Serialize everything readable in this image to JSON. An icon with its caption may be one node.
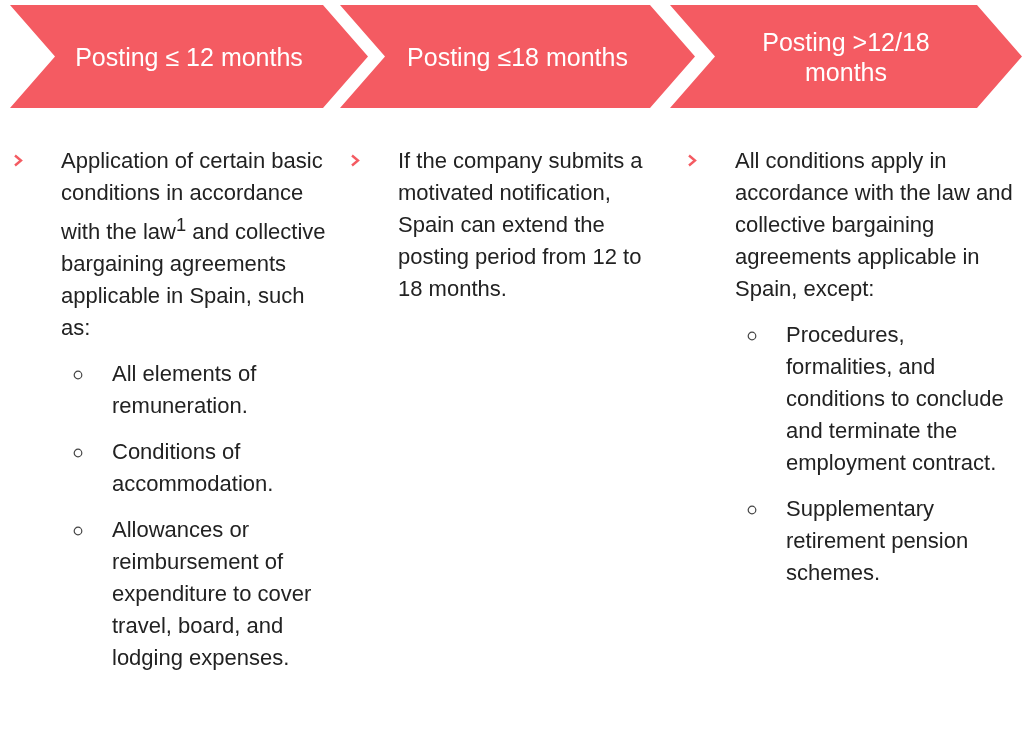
{
  "diagram": {
    "nodes": [
      {
        "text": [
          "Posting ≤ 12 months"
        ]
      },
      {
        "text": [
          "Posting ≤18 months"
        ]
      },
      {
        "text": [
          "Posting >12/18 months"
        ]
      }
    ],
    "labels": [
      "Application of certain basic conditions in accordance with the law$^{1}$ and collective bargaining agreements applicable in Spain, such as:",
      "All elements of remuneration.",
      "Conditions of accommodation.",
      "Allowances or reimbursement of expenditure to cover travel, board, and lodging expenses.",
      "If the company submits a motivated notification, Spain can extend the posting period from 12 to 18 months.",
      "All conditions apply in accordance with the law and collective bargaining agreements applicable in Spain, except:",
      "Procedures, formalities, and conditions to conclude and terminate the employment contract.",
      "Supplementary retirement pension schemes."
    ]
  }
}
